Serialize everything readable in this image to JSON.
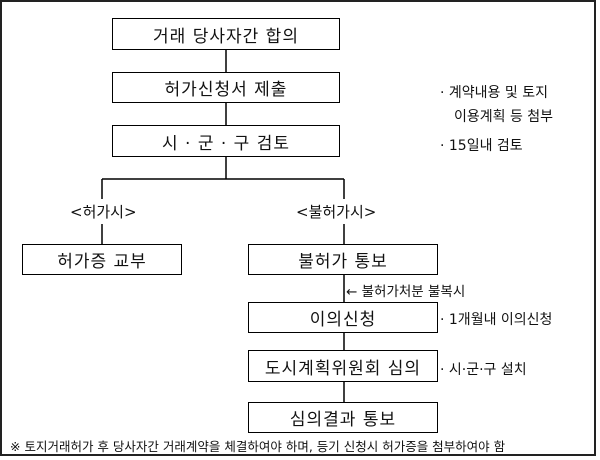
{
  "boxes": {
    "agreement": "거래 당사자간 합의",
    "application": "허가신청서 제출",
    "review": "시 · 군 · 구 검토",
    "permit_issue": "허가증 교부",
    "denial_notice": "불허가 통보",
    "objection": "이의신청",
    "committee": "도시계획위원회 심의",
    "result_notice": "심의결과 통보"
  },
  "branch_labels": {
    "permit": "<허가시>",
    "denial": "<불허가시>"
  },
  "side_notes": {
    "attach_line1": "· 계약내용 및 토지",
    "attach_line2": "이용계획 등 첨부",
    "review_days": "· 15일내 검토",
    "appeal_label": "← 불허가처분 불복시",
    "objection_period": "· 1개월내 이의신청",
    "committee_setup": "· 시·군·구 설치"
  },
  "footnote": "※ 토지거래허가 후 당사자간 거래계약을 체결하여야 하며, 등기 신청시 허가증을 첨부하여야 함"
}
